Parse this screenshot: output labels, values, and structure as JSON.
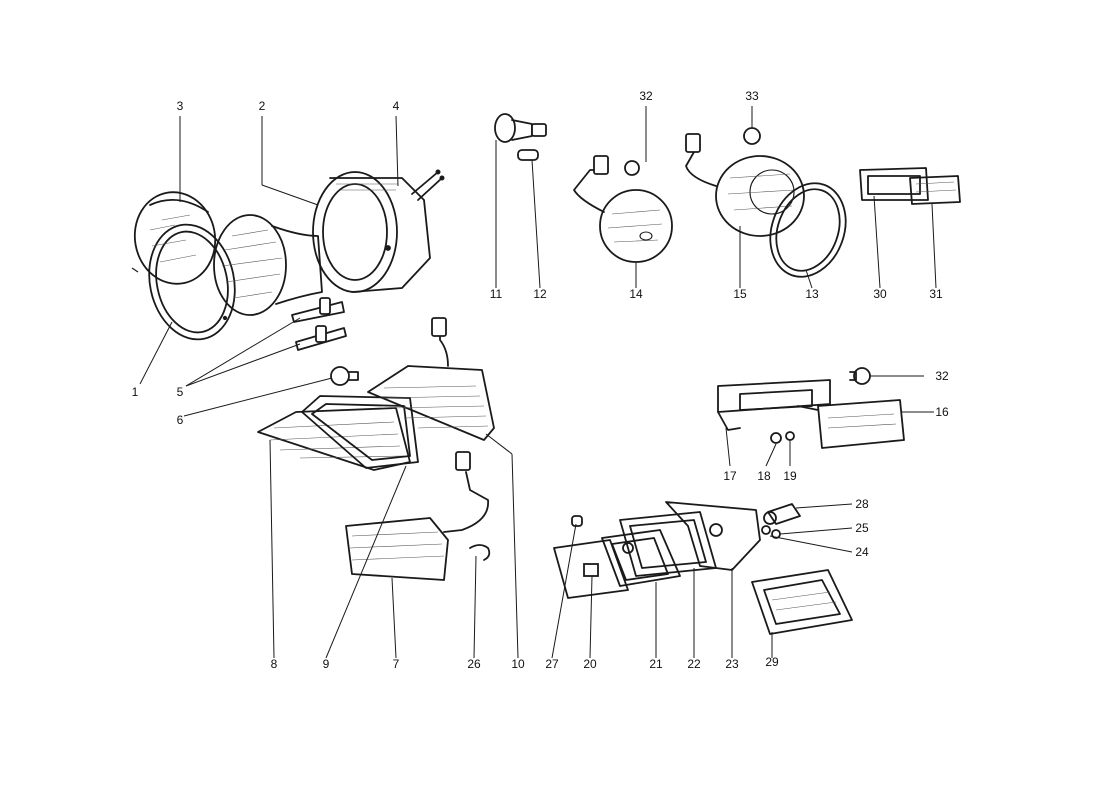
{
  "callouts": [
    {
      "id": "c1",
      "label": "1"
    },
    {
      "id": "c2",
      "label": "2"
    },
    {
      "id": "c3",
      "label": "3"
    },
    {
      "id": "c4",
      "label": "4"
    },
    {
      "id": "c5",
      "label": "5"
    },
    {
      "id": "c6",
      "label": "6"
    },
    {
      "id": "c7",
      "label": "7"
    },
    {
      "id": "c8",
      "label": "8"
    },
    {
      "id": "c9",
      "label": "9"
    },
    {
      "id": "c10",
      "label": "10"
    },
    {
      "id": "c11",
      "label": "11"
    },
    {
      "id": "c12",
      "label": "12"
    },
    {
      "id": "c13",
      "label": "13"
    },
    {
      "id": "c14",
      "label": "14"
    },
    {
      "id": "c15",
      "label": "15"
    },
    {
      "id": "c16",
      "label": "16"
    },
    {
      "id": "c17",
      "label": "17"
    },
    {
      "id": "c18",
      "label": "18"
    },
    {
      "id": "c19",
      "label": "19"
    },
    {
      "id": "c20",
      "label": "20"
    },
    {
      "id": "c21",
      "label": "21"
    },
    {
      "id": "c22",
      "label": "22"
    },
    {
      "id": "c23",
      "label": "23"
    },
    {
      "id": "c24",
      "label": "24"
    },
    {
      "id": "c25",
      "label": "25"
    },
    {
      "id": "c26",
      "label": "26"
    },
    {
      "id": "c27",
      "label": "27"
    },
    {
      "id": "c28",
      "label": "28"
    },
    {
      "id": "c29",
      "label": "29"
    },
    {
      "id": "c30",
      "label": "30"
    },
    {
      "id": "c31",
      "label": "31"
    },
    {
      "id": "c32a",
      "label": "32"
    },
    {
      "id": "c32b",
      "label": "32"
    },
    {
      "id": "c33",
      "label": "33"
    }
  ]
}
